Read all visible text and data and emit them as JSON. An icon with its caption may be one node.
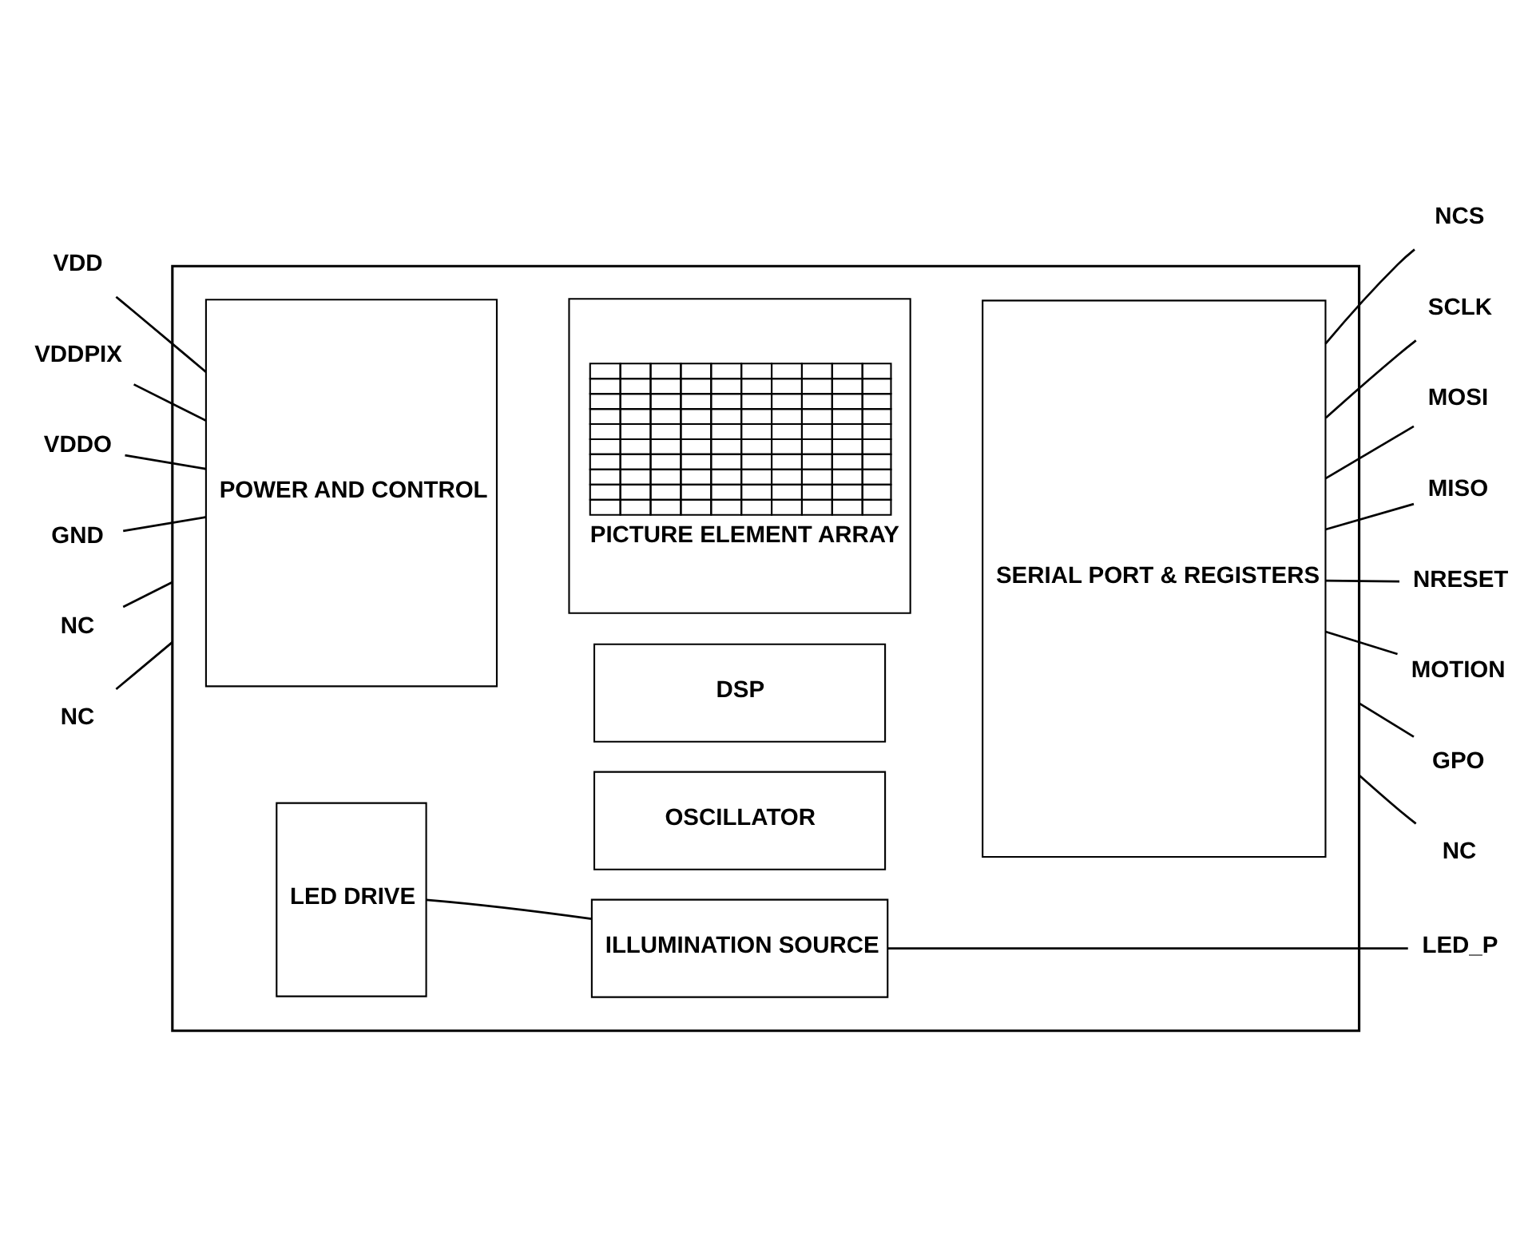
{
  "diagram": {
    "nodes": [
      {
        "text": [],
        "shape": "box"
      },
      {
        "text": [
          "POWER AND CONTROL"
        ],
        "in": 0
      },
      {
        "text": [
          "PICTURE ELEMENT ARRAY"
        ],
        "in": 0
      },
      {
        "text": [
          "SERIAL PORT & REGISTERS"
        ],
        "in": 0
      },
      {
        "text": [
          "DSP"
        ],
        "in": 0
      },
      {
        "text": [
          "LED DRIVE"
        ],
        "in": 0
      },
      {
        "text": [
          "OSCILLATOR"
        ],
        "in": 0
      },
      {
        "text": [
          "ILLUMINATION SOURCE"
        ],
        "in": 0
      },
      {
        "text": [
          "VDD"
        ]
      },
      {
        "text": [
          "VDDPIX"
        ]
      },
      {
        "text": [
          "VDDO"
        ]
      },
      {
        "text": [
          "GND"
        ]
      },
      {
        "text": [
          "NC"
        ]
      },
      {
        "text": [
          "NC"
        ]
      },
      {
        "text": [
          "NCS"
        ]
      },
      {
        "text": [
          "SCLK"
        ]
      },
      {
        "text": [
          "MOSI"
        ]
      },
      {
        "text": [
          "MISO"
        ]
      },
      {
        "text": [
          "NRESET"
        ]
      },
      {
        "text": [
          "MOTION"
        ]
      },
      {
        "text": [
          "GPO"
        ]
      },
      {
        "text": [
          "LED_P"
        ]
      },
      {
        "text": [
          "NC"
        ]
      }
    ],
    "edges": [
      {
        "from": 8,
        "to": 1,
        "arrow": "none"
      },
      {
        "from": 9,
        "to": 1,
        "arrow": "none"
      },
      {
        "from": 10,
        "to": 1,
        "arrow": "none"
      },
      {
        "from": 11,
        "to": 1,
        "arrow": "none"
      },
      {
        "from": 12,
        "to": 0,
        "arrow": "none"
      },
      {
        "from": 13,
        "to": 0,
        "arrow": "none"
      },
      {
        "from": 3,
        "to": 14,
        "arrow": "none"
      },
      {
        "from": 3,
        "to": 15,
        "arrow": "none"
      },
      {
        "from": 3,
        "to": 16,
        "arrow": "none"
      },
      {
        "from": 3,
        "to": 17,
        "arrow": "none"
      },
      {
        "from": 3,
        "to": 18,
        "arrow": "none"
      },
      {
        "from": 3,
        "to": 19,
        "arrow": "none"
      },
      {
        "from": 0,
        "to": 20,
        "arrow": "none"
      },
      {
        "from": 5,
        "to": 7,
        "arrow": "none"
      },
      {
        "from": 7,
        "to": 21,
        "arrow": "none"
      },
      {
        "from": 0,
        "to": 22,
        "arrow": "none"
      }
    ]
  }
}
